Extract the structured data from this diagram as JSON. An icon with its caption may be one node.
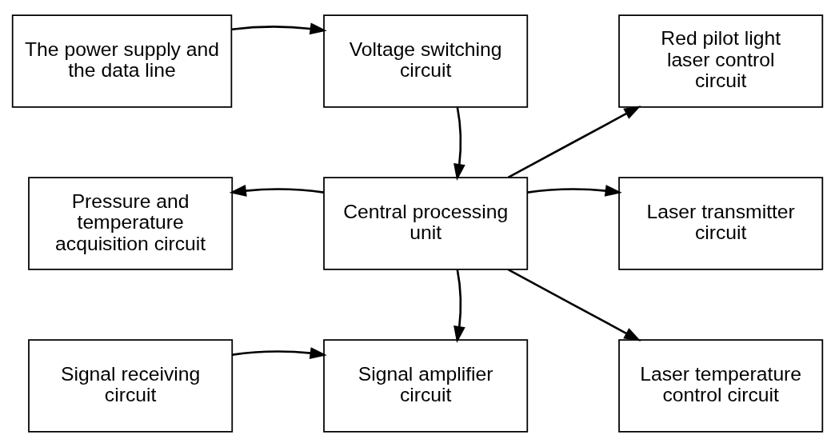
{
  "diagram": {
    "nodes": [
      {
        "text": [
          "The power supply and the data line"
        ]
      },
      {
        "text": [
          "Voltage switching circuit"
        ]
      },
      {
        "text": [
          "Red pilot light laser control circuit"
        ]
      },
      {
        "text": [
          "Pressure and temperature acquisition circuit"
        ]
      },
      {
        "text": [
          "Central processing unit"
        ]
      },
      {
        "text": [
          "Laser transmitter circuit"
        ]
      },
      {
        "text": [
          "Laser temperature control circuit"
        ]
      },
      {
        "text": [
          "Signal receiving circuit"
        ]
      },
      {
        "text": [
          "Signal amplifier circuit"
        ]
      }
    ],
    "edges": [
      {
        "from": 0,
        "to": 1,
        "arrow": "to"
      },
      {
        "from": 1,
        "to": 4,
        "arrow": "to"
      },
      {
        "from": 4,
        "to": 2,
        "arrow": "to"
      },
      {
        "from": 4,
        "to": 3,
        "arrow": "to"
      },
      {
        "from": 4,
        "to": 5,
        "arrow": "to"
      },
      {
        "from": 4,
        "to": 6,
        "arrow": "to"
      },
      {
        "from": 4,
        "to": 8,
        "arrow": "to"
      },
      {
        "from": 7,
        "to": 8,
        "arrow": "to"
      }
    ]
  }
}
